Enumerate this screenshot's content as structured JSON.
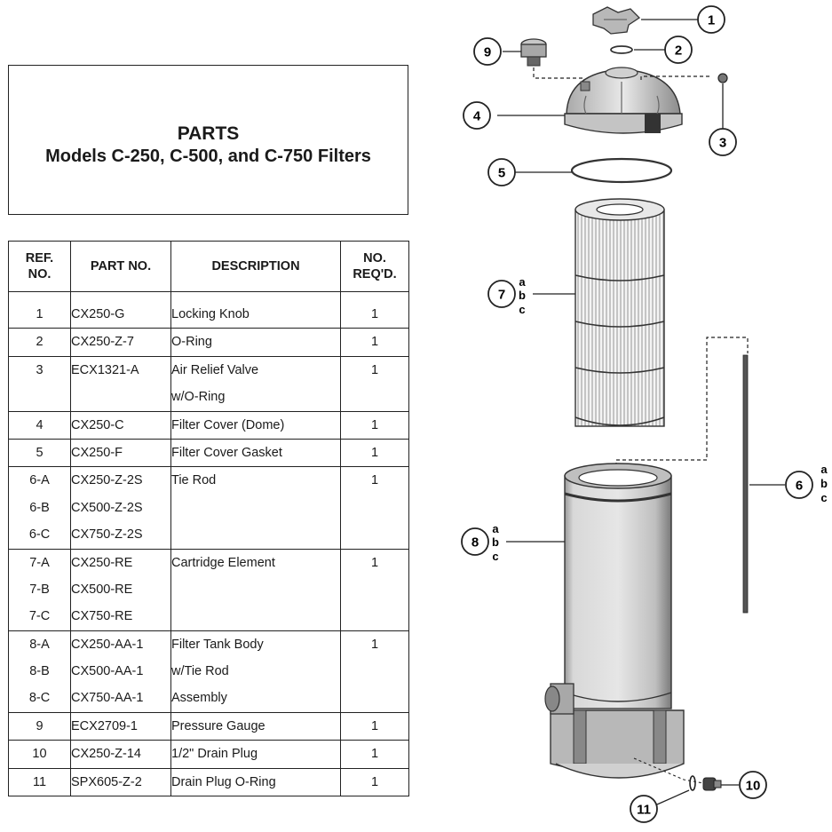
{
  "title": {
    "line1": "PARTS",
    "line2": "Models C-250, C-500, and C-750 Filters"
  },
  "table": {
    "headers": {
      "ref_line1": "REF.",
      "ref_line2": "NO.",
      "part_no": "PART NO.",
      "description": "DESCRIPTION",
      "qty_line1": "NO.",
      "qty_line2": "REQ'D."
    },
    "rows": [
      {
        "refs": [
          "1"
        ],
        "parts": [
          "CX250-G"
        ],
        "desc": [
          "Locking Knob"
        ],
        "qty": "1"
      },
      {
        "refs": [
          "2"
        ],
        "parts": [
          "CX250-Z-7"
        ],
        "desc": [
          "O-Ring"
        ],
        "qty": "1"
      },
      {
        "refs": [
          "3"
        ],
        "parts": [
          "ECX1321-A"
        ],
        "desc": [
          "Air Relief Valve",
          "w/O-Ring"
        ],
        "qty": "1"
      },
      {
        "refs": [
          "4"
        ],
        "parts": [
          "CX250-C"
        ],
        "desc": [
          "Filter Cover (Dome)"
        ],
        "qty": "1"
      },
      {
        "refs": [
          "5"
        ],
        "parts": [
          "CX250-F"
        ],
        "desc": [
          "Filter Cover Gasket"
        ],
        "qty": "1"
      },
      {
        "refs": [
          "6-A",
          "6-B",
          "6-C"
        ],
        "parts": [
          "CX250-Z-2S",
          "CX500-Z-2S",
          "CX750-Z-2S"
        ],
        "desc": [
          "Tie Rod"
        ],
        "qty": "1"
      },
      {
        "refs": [
          "7-A",
          "7-B",
          "7-C"
        ],
        "parts": [
          "CX250-RE",
          "CX500-RE",
          "CX750-RE"
        ],
        "desc": [
          "Cartridge Element"
        ],
        "qty": "1"
      },
      {
        "refs": [
          "8-A",
          "8-B",
          "8-C"
        ],
        "parts": [
          "CX250-AA-1",
          "CX500-AA-1",
          "CX750-AA-1"
        ],
        "desc": [
          "Filter Tank Body",
          "w/Tie Rod",
          "Assembly"
        ],
        "qty": "1"
      },
      {
        "refs": [
          "9"
        ],
        "parts": [
          "ECX2709-1"
        ],
        "desc": [
          "Pressure Gauge"
        ],
        "qty": "1"
      },
      {
        "refs": [
          "10"
        ],
        "parts": [
          "CX250-Z-14"
        ],
        "desc": [
          "1/2\" Drain Plug"
        ],
        "qty": "1"
      },
      {
        "refs": [
          "11"
        ],
        "parts": [
          "SPX605-Z-2"
        ],
        "desc": [
          "Drain Plug O-Ring"
        ],
        "qty": "1"
      }
    ]
  },
  "diagram": {
    "callouts": {
      "c1": "1",
      "c2": "2",
      "c3": "3",
      "c4": "4",
      "c5": "5",
      "c6": "6",
      "c7": "7",
      "c8": "8",
      "c9": "9",
      "c10": "10",
      "c11": "11"
    },
    "sub_letters": {
      "a": "a",
      "b": "b",
      "c": "c"
    }
  }
}
